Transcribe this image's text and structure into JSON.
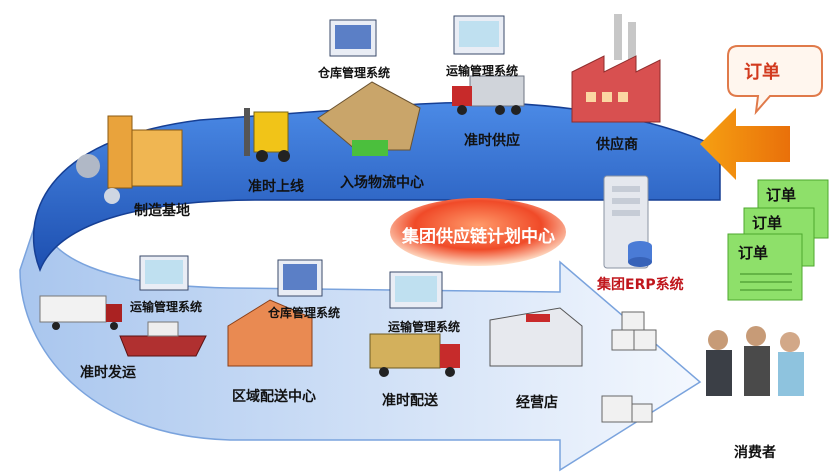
{
  "order_callout": "订单",
  "hub": "集团供应链计划中心",
  "erp": "集团ERP系统",
  "documents": [
    "订单",
    "订单",
    "订单"
  ],
  "top_row": {
    "manufacturing_base": "制造基地",
    "on_time_online": "准时上线",
    "inbound_logistics": "入场物流中心",
    "warehouse_system": "仓库管理系统",
    "transport_system": "运输管理系统",
    "on_time_supply": "准时供应",
    "supplier": "供应商"
  },
  "bottom_row": {
    "transport_system_left": "运输管理系统",
    "on_time_shipment": "准时发运",
    "warehouse_system": "仓库管理系统",
    "regional_distribution": "区域配送中心",
    "transport_system_right": "运输管理系统",
    "on_time_delivery": "准时配送",
    "dealer": "经营店",
    "consumer": "消费者"
  },
  "colors": {
    "band_blue": "#2f6fd0",
    "band_light": "#cfe0f7",
    "arrow_orange": "#f08a10",
    "hub_red": "#e8402a",
    "doc_green": "#7ed957"
  }
}
